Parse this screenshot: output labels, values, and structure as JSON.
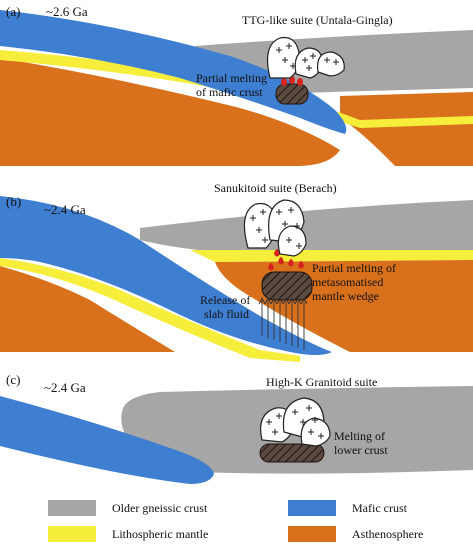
{
  "panels": [
    {
      "label": "(a)",
      "age": "~2.6 Ga",
      "suite": "TTG-like suite (Untala-Gingla)",
      "process_line1": "Partial melting",
      "process_line2": "of mafic crust"
    },
    {
      "label": "(b)",
      "age": "~2.4 Ga",
      "suite": "Sanukitoid suite (Berach)",
      "process_line1": "Partial melting of",
      "process_line2": "metasomatised",
      "process_line3": "mantle wedge",
      "fluid_line1": "Release of",
      "fluid_line2": "slab fluid"
    },
    {
      "label": "(c)",
      "age": "~2.4 Ga",
      "suite": "High-K Granitoid suite",
      "process_line1": "Melting of",
      "process_line2": "lower crust"
    }
  ],
  "legend": [
    {
      "label": "Older gneissic crust",
      "color": "#a6a6a6"
    },
    {
      "label": "Mafic crust",
      "color": "#3f7fd1"
    },
    {
      "label": "Lithospheric mantle",
      "color": "#f6ee3a"
    },
    {
      "label": "Asthenosphere",
      "color": "#d9711c"
    }
  ],
  "colors": {
    "pluton_fill": "#ffffff",
    "melt_red": "#d8231c",
    "melt_zone": "#4a3a33"
  }
}
